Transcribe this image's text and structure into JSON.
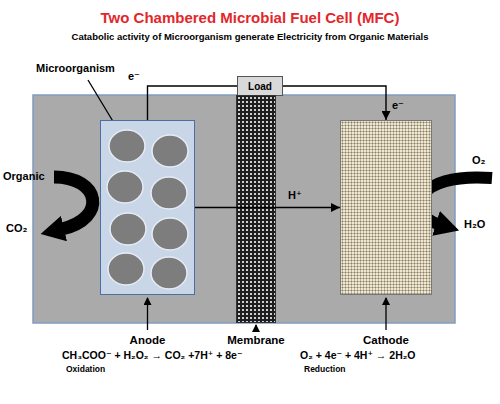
{
  "diagram": {
    "title": "Two Chambered Microbial Fuel Cell (MFC)",
    "nodes": [
      {
        "text": [
          "Load"
        ]
      },
      {
        "text": [
          "Anode"
        ]
      },
      {
        "text": [
          "Membrane"
        ]
      },
      {
        "text": [
          "Cathode"
        ]
      }
    ],
    "edges": [
      {
        "from": 1,
        "to": 0,
        "arrow": "none",
        "label": "e⁻"
      },
      {
        "from": 0,
        "to": 3,
        "arrow": "to",
        "label": "e⁻"
      },
      {
        "from": 1,
        "to": 3,
        "arrow": "to",
        "label": "H⁺"
      }
    ],
    "labels": [
      "Catabolic activity of Microorganism generate Electricity from Organic Materials",
      "Microorganism",
      "Organic",
      "CO₂",
      "O₂",
      "H₂O",
      "CH₃COO⁻ + H₂O₂ → CO₂ +7H⁺ + 8e⁻",
      "Oxidation",
      "O₂ + 4e⁻ + 4H⁺ → 2H₂O",
      "Reduction"
    ]
  }
}
